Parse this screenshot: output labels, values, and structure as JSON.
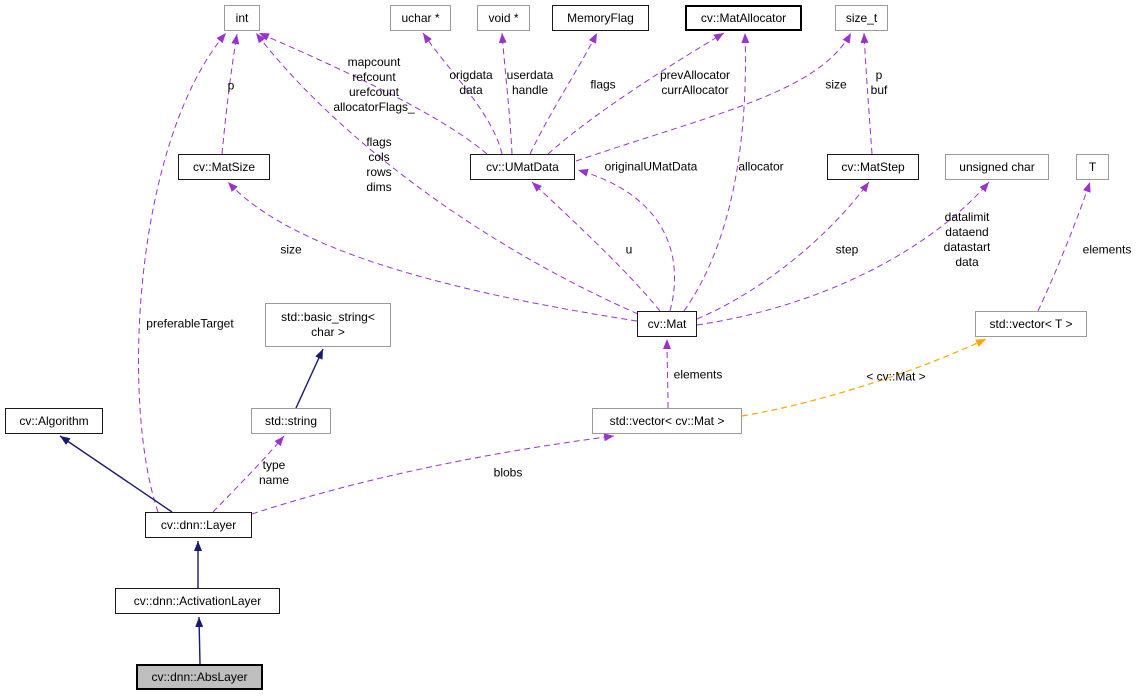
{
  "diagram": {
    "type": "class-collaboration-graph",
    "main_class": "cv::dnn::AbsLayer",
    "colors": {
      "usage_edge": "#9a32cd",
      "inheritance_edge": "#191970",
      "template_edge": "#ffa500",
      "node_border": "#1a1a1a",
      "main_node_fill": "#bfbfbf"
    },
    "nodes": {
      "int": "int",
      "uchar_ptr": "uchar *",
      "void_ptr": "void *",
      "memory_flag": "MemoryFlag",
      "mat_allocator": "cv::MatAllocator",
      "size_t": "size_t",
      "mat_size": "cv::MatSize",
      "umat_data": "cv::UMatData",
      "mat_step": "cv::MatStep",
      "unsigned_char": "unsigned char",
      "t": "T",
      "basic_string": "std::basic_string<\nchar >",
      "mat": "cv::Mat",
      "vector_t": "std::vector< T >",
      "algorithm": "cv::Algorithm",
      "std_string": "std::string",
      "vector_mat": "std::vector< cv::Mat >",
      "layer": "cv::dnn::Layer",
      "activation_layer": "cv::dnn::ActivationLayer",
      "abs_layer": "cv::dnn::AbsLayer"
    },
    "edge_labels": {
      "matsize_int": "p",
      "umat_int": "mapcount\nrefcount\nurefcount\nallocatorFlags_",
      "umat_uchar": "origdata\ndata",
      "umat_void": "userdata\nhandle",
      "umat_memflag": "flags",
      "umat_alloc": "prevAllocator\ncurrAllocator",
      "umat_sizet": "size",
      "matstep_sizet": "p\nbuf",
      "mat_int": "flags\ncols\nrows\ndims",
      "umat_self": "originalUMatData",
      "mat_alloc": "allocator",
      "mat_matsize": "size",
      "mat_umat": "u",
      "mat_matstep": "step",
      "mat_uchar": "datalimit\ndataend\ndatastart\ndata",
      "vec_t_elems": "elements",
      "layer_int": "preferableTarget",
      "vecmat_mat": "elements",
      "template_inst": "< cv::Mat >",
      "layer_string": "type\nname",
      "layer_vecmat": "blobs"
    },
    "edges": [
      {
        "from": "cv::MatSize",
        "to": "int",
        "label": "p",
        "style": "usage"
      },
      {
        "from": "cv::UMatData",
        "to": "int",
        "label": "mapcount refcount urefcount allocatorFlags_",
        "style": "usage"
      },
      {
        "from": "cv::UMatData",
        "to": "uchar *",
        "label": "origdata data",
        "style": "usage"
      },
      {
        "from": "cv::UMatData",
        "to": "void *",
        "label": "userdata handle",
        "style": "usage"
      },
      {
        "from": "cv::UMatData",
        "to": "MemoryFlag",
        "label": "flags",
        "style": "usage"
      },
      {
        "from": "cv::UMatData",
        "to": "cv::MatAllocator",
        "label": "prevAllocator currAllocator",
        "style": "usage"
      },
      {
        "from": "cv::UMatData",
        "to": "size_t",
        "label": "size",
        "style": "usage"
      },
      {
        "from": "cv::MatStep",
        "to": "size_t",
        "label": "p buf",
        "style": "usage"
      },
      {
        "from": "cv::Mat",
        "to": "int",
        "label": "flags cols rows dims",
        "style": "usage"
      },
      {
        "from": "cv::Mat",
        "to": "cv::UMatData",
        "label": "u",
        "style": "usage"
      },
      {
        "from": "cv::Mat",
        "to": "cv::UMatData",
        "label": "originalUMatData",
        "style": "usage"
      },
      {
        "from": "cv::Mat",
        "to": "cv::MatAllocator",
        "label": "allocator",
        "style": "usage"
      },
      {
        "from": "cv::Mat",
        "to": "cv::MatSize",
        "label": "size",
        "style": "usage"
      },
      {
        "from": "cv::Mat",
        "to": "cv::MatStep",
        "label": "step",
        "style": "usage"
      },
      {
        "from": "cv::Mat",
        "to": "unsigned char",
        "label": "datalimit dataend datastart data",
        "style": "usage"
      },
      {
        "from": "std::vector< T >",
        "to": "T",
        "label": "elements",
        "style": "usage"
      },
      {
        "from": "cv::dnn::Layer",
        "to": "int",
        "label": "preferableTarget",
        "style": "usage"
      },
      {
        "from": "std::vector< cv::Mat >",
        "to": "cv::Mat",
        "label": "elements",
        "style": "usage"
      },
      {
        "from": "std::vector< cv::Mat >",
        "to": "std::vector< T >",
        "label": "< cv::Mat >",
        "style": "template"
      },
      {
        "from": "cv::dnn::Layer",
        "to": "std::string",
        "label": "type name",
        "style": "usage"
      },
      {
        "from": "cv::dnn::Layer",
        "to": "std::vector< cv::Mat >",
        "label": "blobs",
        "style": "usage"
      },
      {
        "from": "cv::dnn::Layer",
        "to": "cv::Algorithm",
        "label": "",
        "style": "inheritance"
      },
      {
        "from": "std::string",
        "to": "std::basic_string< char >",
        "label": "",
        "style": "inheritance"
      },
      {
        "from": "cv::dnn::ActivationLayer",
        "to": "cv::dnn::Layer",
        "label": "",
        "style": "inheritance"
      },
      {
        "from": "cv::dnn::AbsLayer",
        "to": "cv::dnn::ActivationLayer",
        "label": "",
        "style": "inheritance"
      }
    ]
  }
}
